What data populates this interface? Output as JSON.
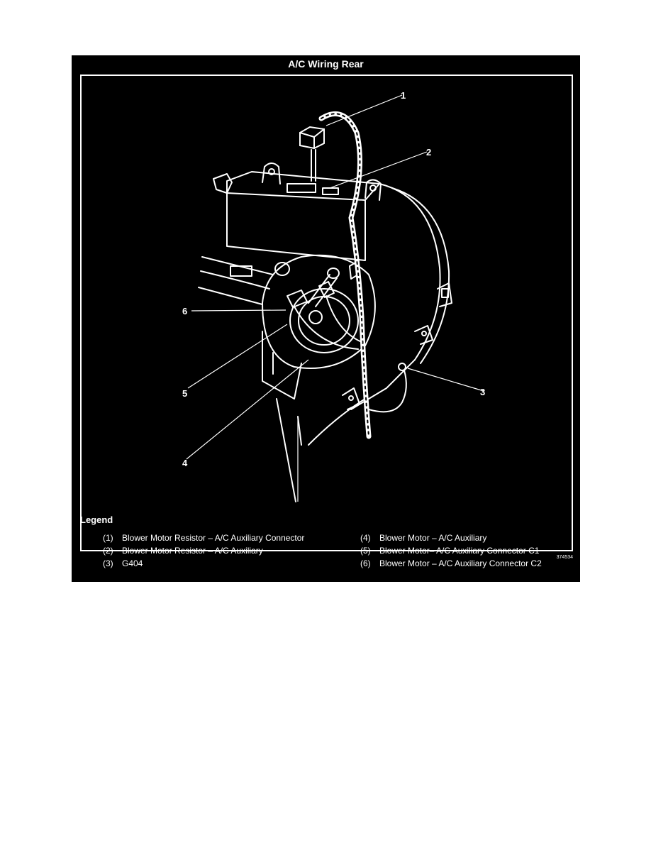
{
  "figure": {
    "title": "A/C Wiring Rear",
    "figure_id": "374534",
    "callouts": [
      "1",
      "2",
      "3",
      "4",
      "5",
      "6"
    ],
    "legend_title": "Legend",
    "legend": [
      {
        "num": "(1)",
        "text": "Blower Motor Resistor – A/C Auxiliary Connector"
      },
      {
        "num": "(2)",
        "text": "Blower Motor Resistor – A/C Auxiliary"
      },
      {
        "num": "(3)",
        "text": "G404"
      },
      {
        "num": "(4)",
        "text": "Blower Motor – A/C Auxiliary"
      },
      {
        "num": "(5)",
        "text": "Blower Motor– A/C Auxiliary Connector C1"
      },
      {
        "num": "(6)",
        "text": "Blower Motor – A/C Auxiliary Connector C2"
      }
    ]
  },
  "colors": {
    "background": "#000000",
    "line": "#ffffff"
  }
}
